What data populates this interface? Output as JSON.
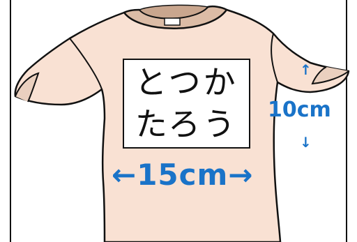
{
  "name_box": {
    "line1": "とつか",
    "line2": "たろう"
  },
  "dimensions": {
    "height": "10cm",
    "height_arrow_up": "↑",
    "height_arrow_down": "↓",
    "width": "←15cm→"
  },
  "colors": {
    "shirt_fill": "#f9e1d3",
    "collar_fill": "#dcbca6",
    "outline": "#111111",
    "dimension_text": "#1a73c8"
  }
}
